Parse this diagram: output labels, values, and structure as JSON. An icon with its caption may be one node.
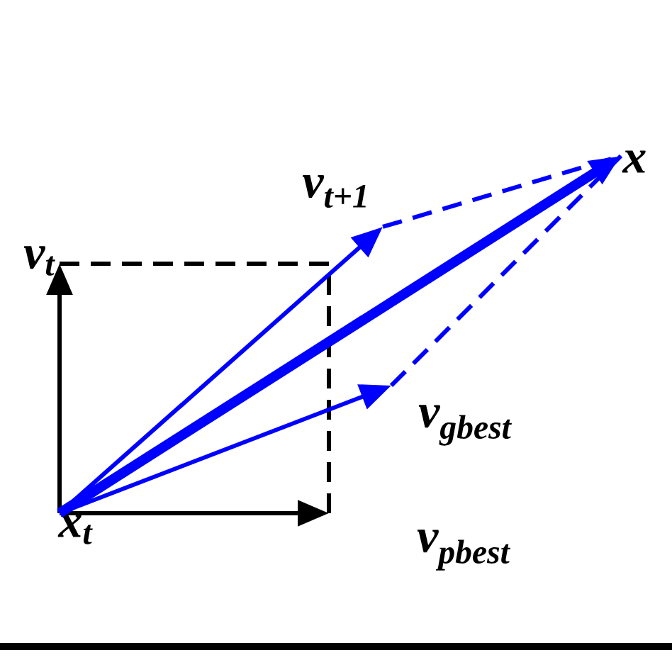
{
  "diagram": {
    "nodes": [
      {
        "text": [
          "x$_{t}$"
        ]
      },
      {
        "text": [
          "v$_{t}$"
        ]
      },
      {
        "text": [
          "v$_{pbest}$"
        ]
      },
      {
        "text": [
          "v$_{t+1}$"
        ]
      },
      {
        "text": [
          "v$_{gbest}$"
        ]
      },
      {
        "text": [
          "x"
        ]
      }
    ],
    "edges": [
      {
        "from": 0,
        "to": 1,
        "arrow": "to",
        "color": "#000000"
      },
      {
        "from": 0,
        "to": 2,
        "arrow": "to",
        "color": "#000000"
      },
      {
        "from": 1,
        "to": 2,
        "arrow": "none",
        "style": "dashed",
        "color": "#000000"
      },
      {
        "from": 0,
        "to": 3,
        "arrow": "to"
      },
      {
        "from": 0,
        "to": 4,
        "arrow": "to"
      },
      {
        "from": 0,
        "to": 5,
        "arrow": "to",
        "style": "thick"
      },
      {
        "from": 3,
        "to": 5,
        "arrow": "none",
        "style": "dashed"
      },
      {
        "from": 4,
        "to": 5,
        "arrow": "none",
        "style": "dashed"
      }
    ]
  }
}
